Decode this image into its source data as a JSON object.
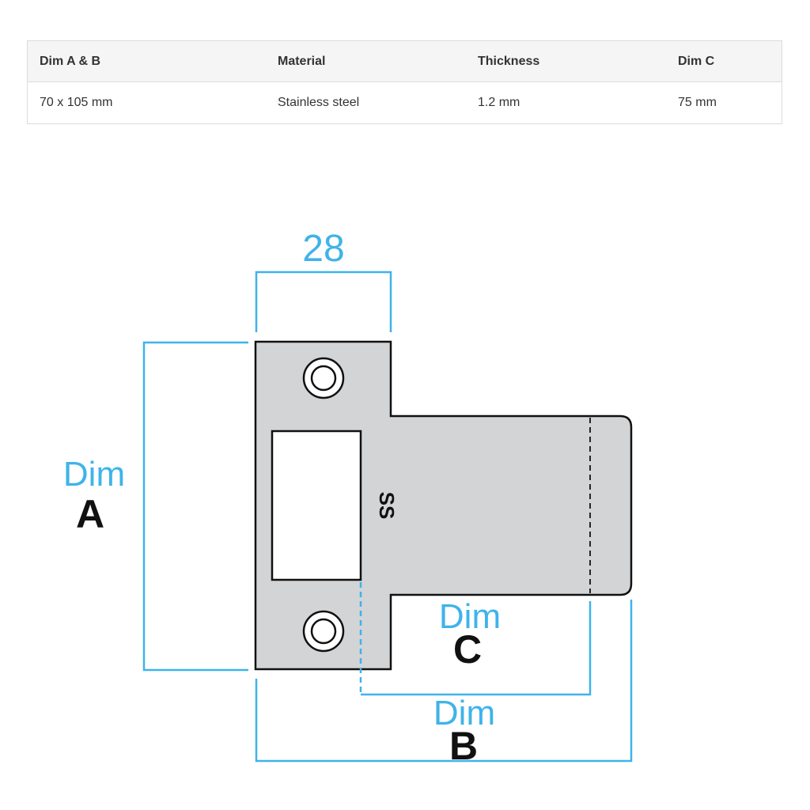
{
  "table": {
    "headers": [
      "Dim A & B",
      "Material",
      "Thickness",
      "Dim C"
    ],
    "row": [
      "70 x 105 mm",
      "Stainless steel",
      "1.2 mm",
      "75 mm"
    ]
  },
  "diagram": {
    "top_dim_value": "28",
    "dim_word": "Dim",
    "dim_a_letter": "A",
    "dim_b_letter": "B",
    "dim_c_letter": "C",
    "plate_marking": "SS",
    "colors": {
      "dimension_line": "#3fb3ea",
      "plate_fill": "#d3d4d6",
      "plate_outline": "#111111"
    }
  }
}
